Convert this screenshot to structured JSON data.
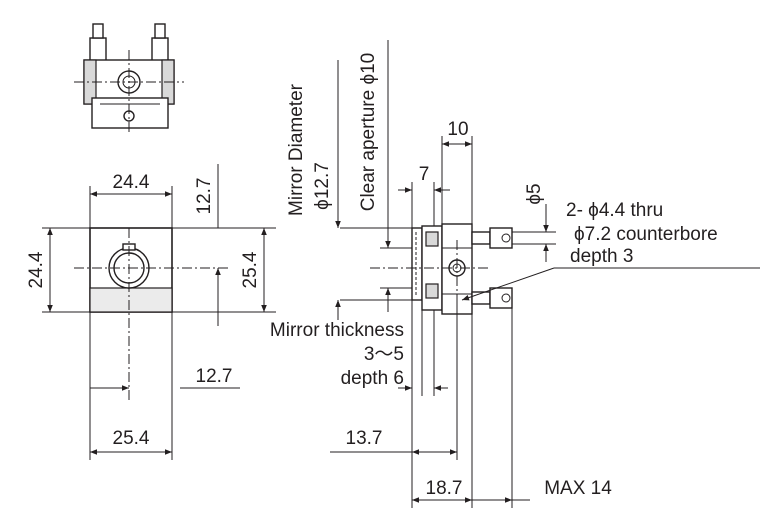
{
  "labels": {
    "front_width": "24.4",
    "front_height": "24.4",
    "front_offset_right": "12.7",
    "front_total_right": "25.4",
    "mirror_center_x": "12.7",
    "base_width": "25.4",
    "mirror_diameter_line1": "Mirror Diameter",
    "mirror_diameter_line2": "ϕ12.7",
    "clear_aperture": "Clear aperture ϕ10",
    "depth_10": "10",
    "depth_7": "7",
    "dia_5": "ϕ5",
    "hole_line1": "2- ϕ4.4 thru",
    "hole_line2": "ϕ7.2 counterbore",
    "hole_line3": "depth 3",
    "mirror_thickness_line1": "Mirror thickness",
    "mirror_thickness_line2": "3～5",
    "mirror_thickness_line3": "depth 6",
    "side_13_7": "13.7",
    "side_18_7": "18.7",
    "max_14": "MAX 14"
  }
}
